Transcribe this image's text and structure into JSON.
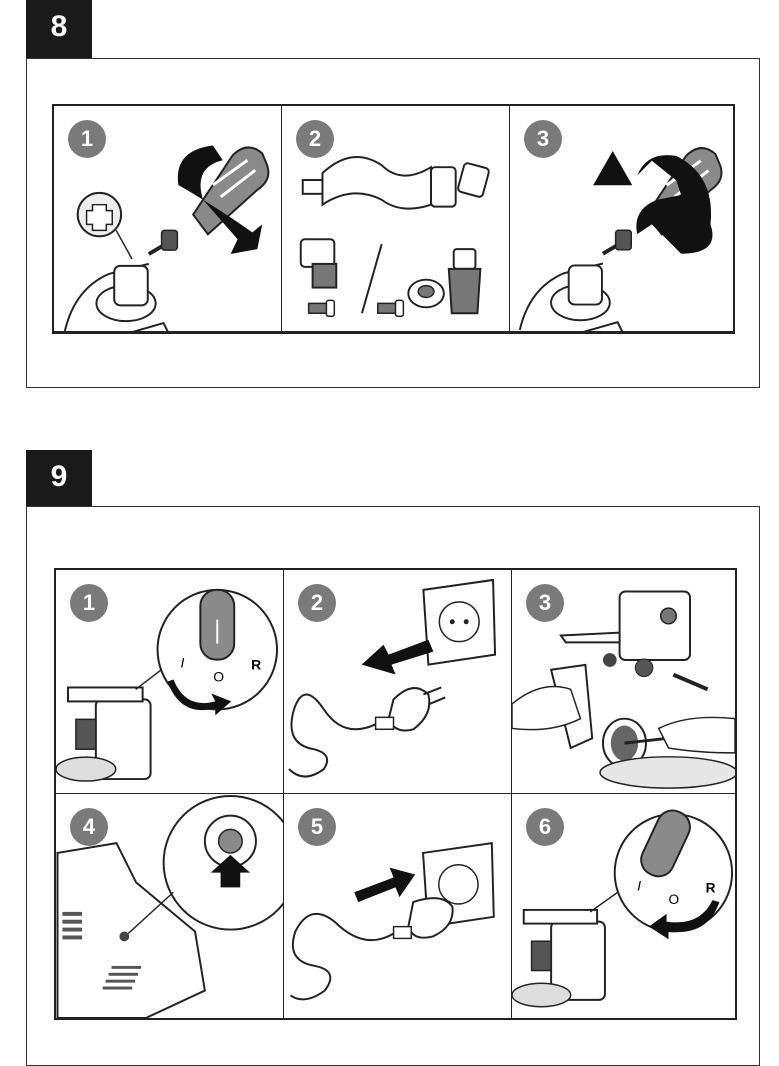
{
  "sections": [
    {
      "number": "8",
      "steps": [
        "1",
        "2",
        "3"
      ]
    },
    {
      "number": "9",
      "steps": [
        "1",
        "2",
        "3",
        "4",
        "5",
        "6"
      ]
    }
  ],
  "switch_labels": {
    "forward": "I",
    "off": "O",
    "reverse": "R"
  },
  "colors": {
    "tab": "#1a1a1a",
    "badge": "#7a7a7a",
    "knob": "#8a8a8a",
    "arrow": "#111111"
  },
  "icons": [
    "clockwise-arrow-icon",
    "counterclockwise-arrow-icon",
    "plug-icon",
    "wall-socket-icon",
    "push-arrow-icon",
    "screw-icon",
    "switch-knob-icon"
  ]
}
